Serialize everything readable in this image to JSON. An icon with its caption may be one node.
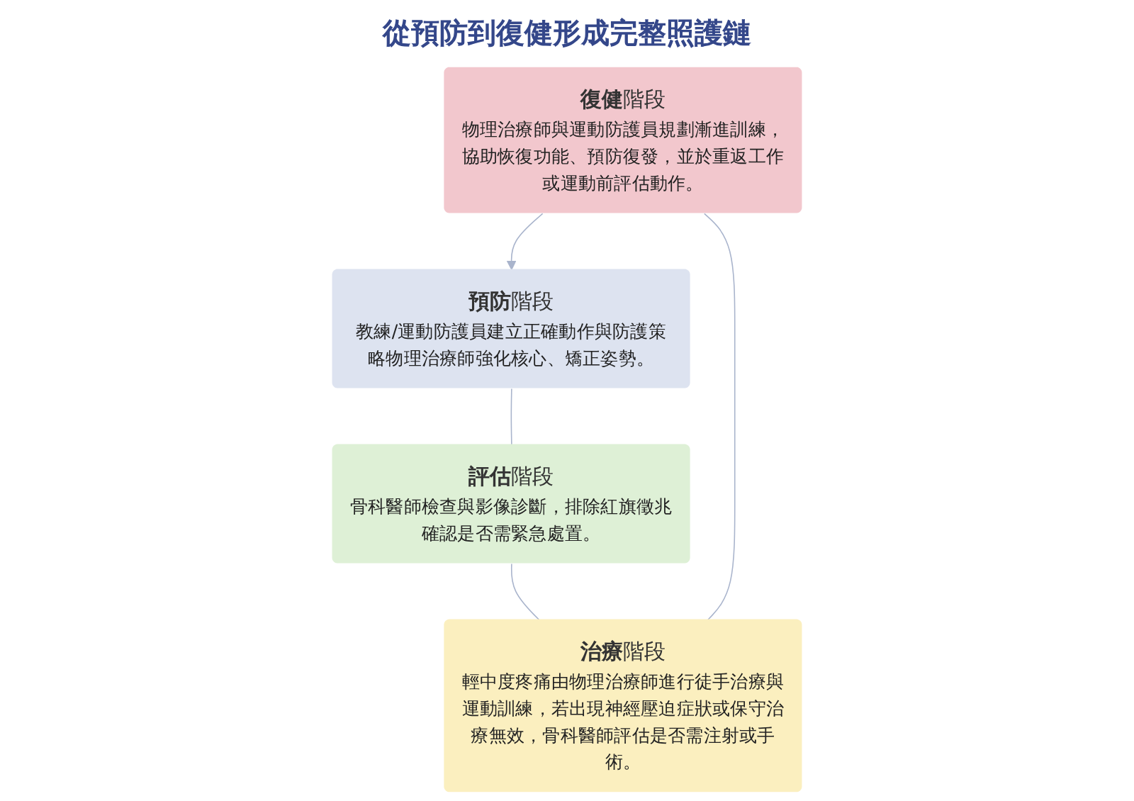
{
  "diagram": {
    "title": "從預防到復健形成完整照護鏈",
    "nodes": [
      {
        "text": [
          "**復健**階段",
          "物理治療師與運動防護員規劃漸進訓練，協助恢復功能、預防復發，並於重返工作或運動前評估動作。"
        ]
      },
      {
        "text": [
          "**預防**階段",
          "教練/運動防護員建立正確動作與防護策略物理治療師強化核心、矯正姿勢。"
        ]
      },
      {
        "text": [
          "**治療**階段",
          "輕中度疼痛由物理治療師進行徒手治療與運動訓練，若出現神經壓迫症狀或保守治療無效，骨科醫師評估是否需注射或手術。"
        ]
      },
      {
        "text": [
          "**評估**階段",
          "骨科醫師檢查與影像診斷，排除紅旗徵兆確認是否需緊急處置。"
        ]
      }
    ],
    "edges": [
      {
        "from": 1,
        "to": 3,
        "arrow": "none"
      },
      {
        "from": 3,
        "to": 2,
        "arrow": "none"
      },
      {
        "from": 2,
        "to": 0,
        "arrow": "none"
      },
      {
        "from": 0,
        "to": 1,
        "arrow": "to"
      }
    ]
  }
}
